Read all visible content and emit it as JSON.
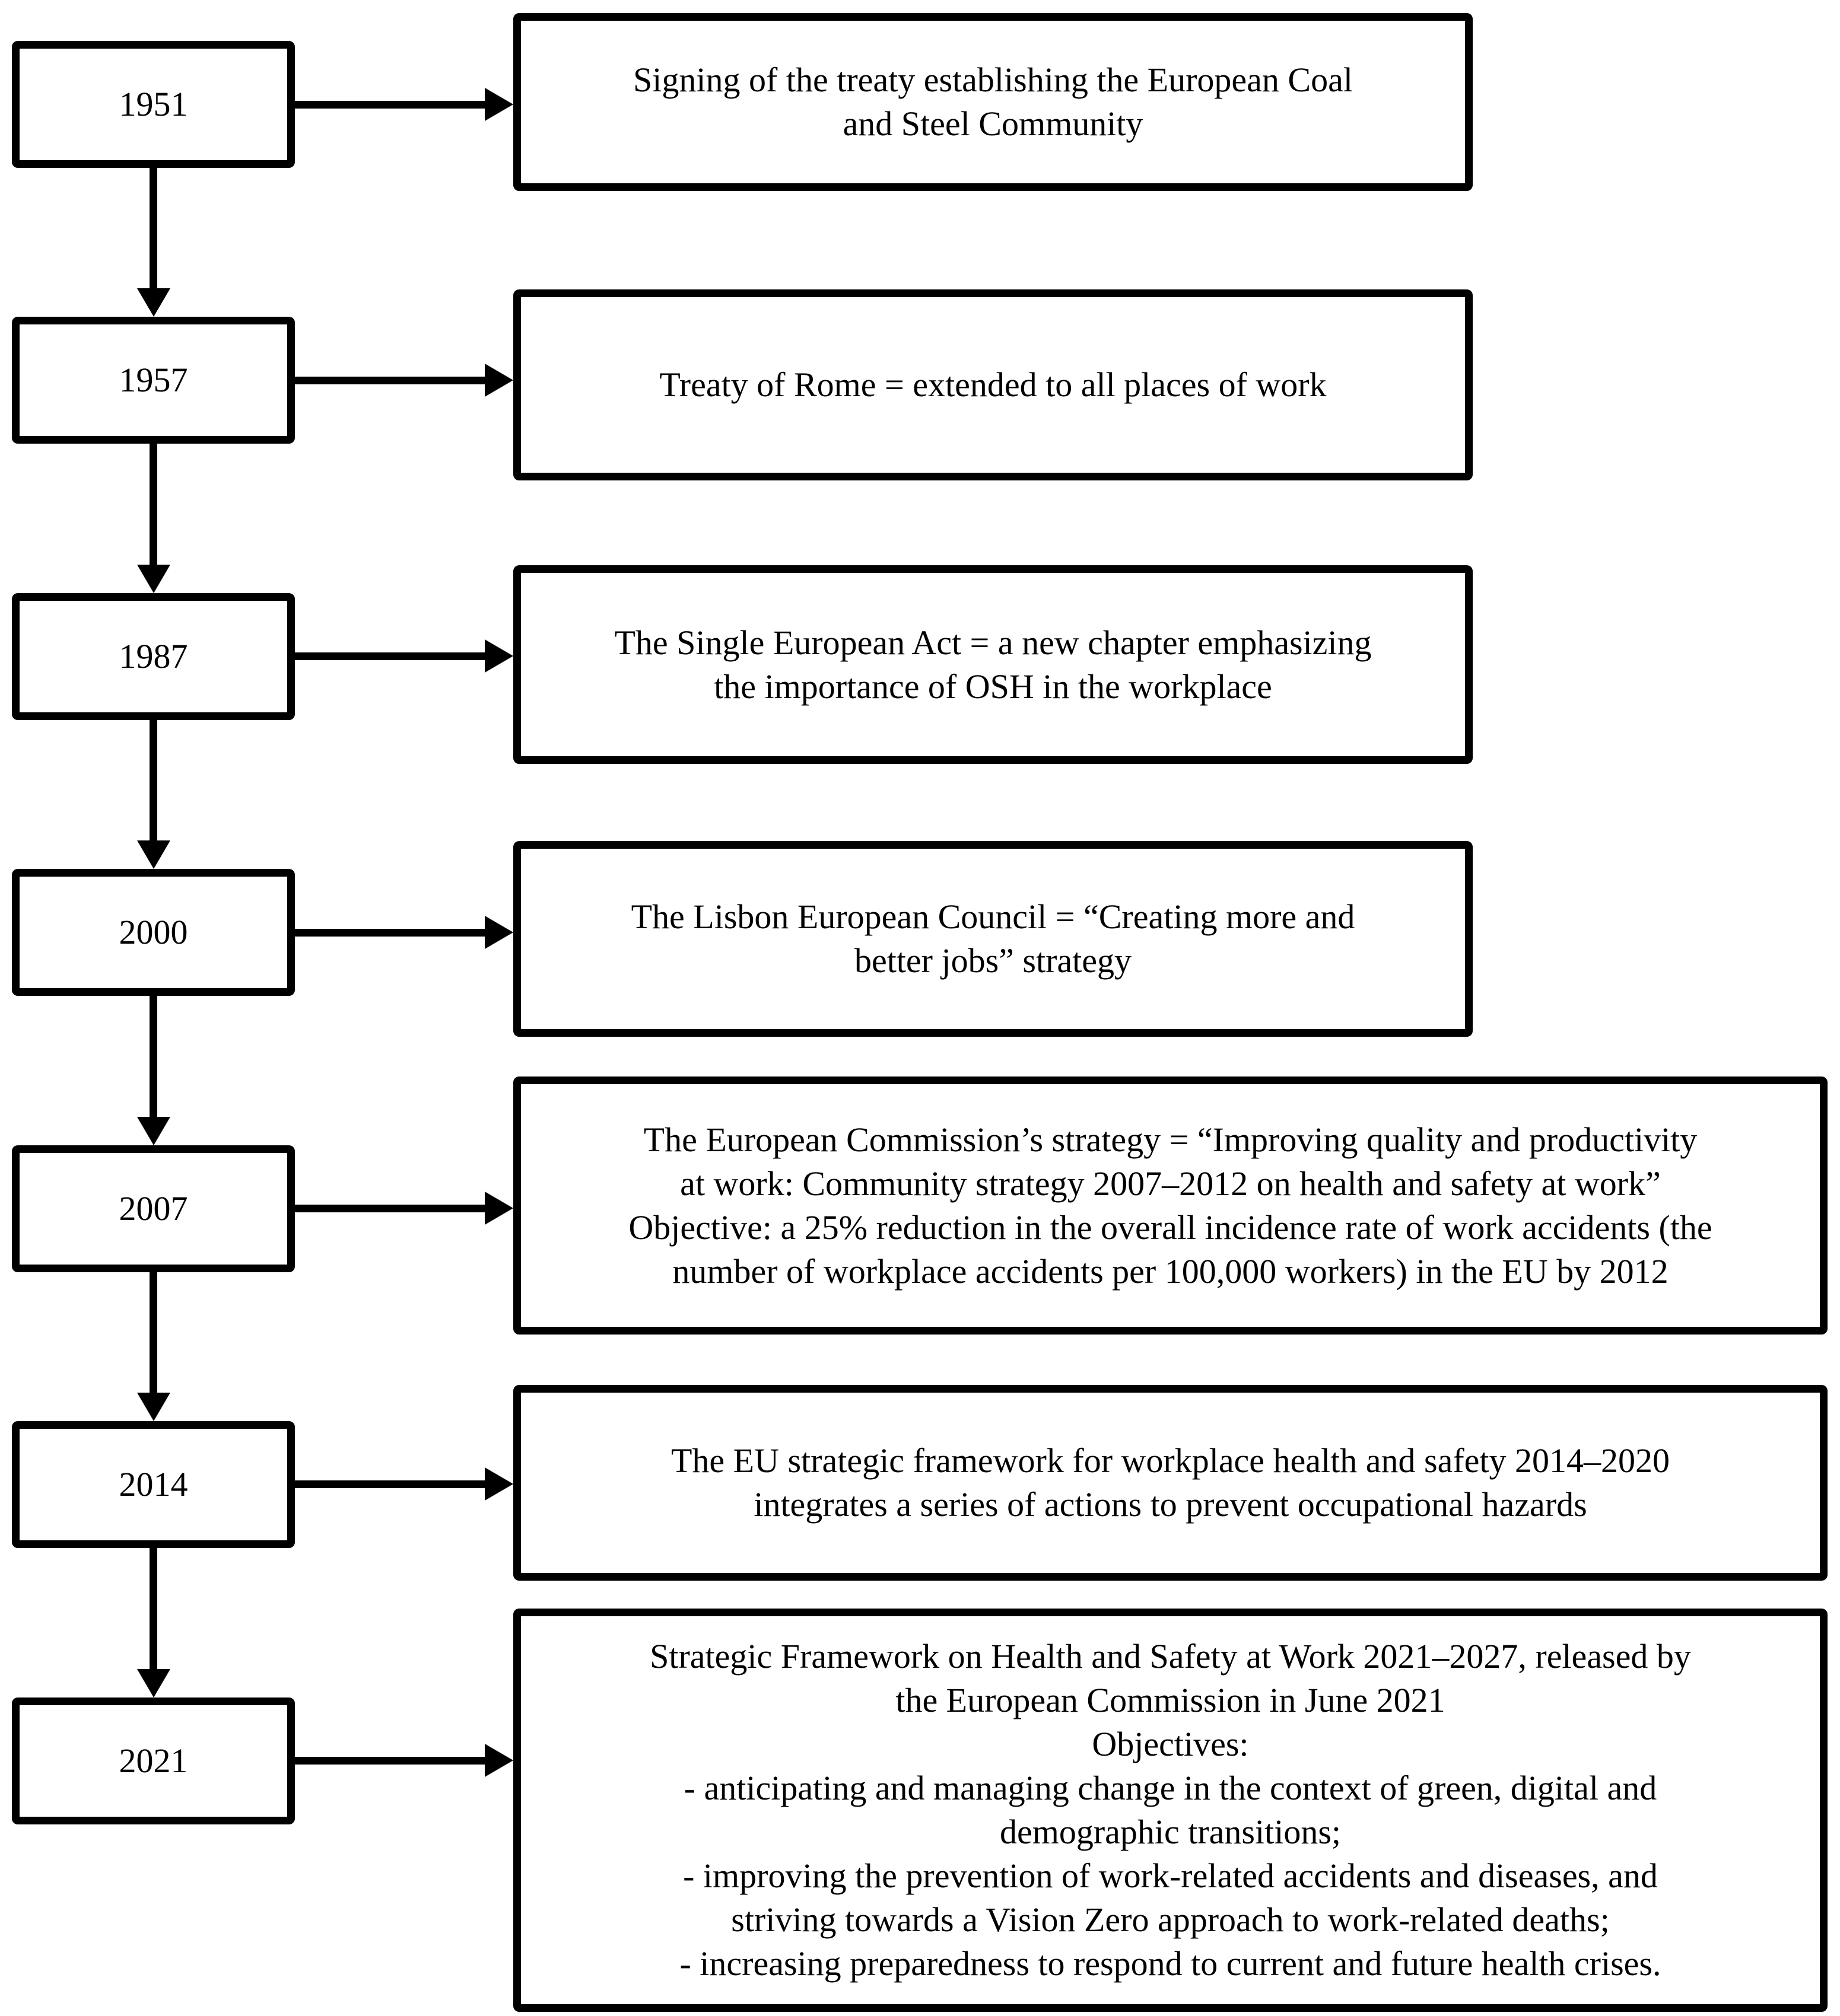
{
  "figure": {
    "title": "Timeline of EU occupational safety and health (OSH) policy milestones",
    "colors": {
      "ink": "#000000",
      "paper": "#ffffff"
    },
    "icons": {
      "arrow-right-head": "css-triangle-right",
      "arrow-down-head": "css-triangle-down"
    }
  },
  "timeline": {
    "rows": [
      {
        "year": "1951",
        "description": "Signing of the treaty establishing the European Coal\nand Steel Community"
      },
      {
        "year": "1957",
        "description": "Treaty of Rome = extended to all places of work"
      },
      {
        "year": "1987",
        "description": "The Single European Act = a new chapter emphasizing\nthe importance of OSH in the workplace"
      },
      {
        "year": "2000",
        "description": "The Lisbon European Council = “Creating more and\nbetter jobs” strategy"
      },
      {
        "year": "2007",
        "description": "The European Commission’s strategy = “Improving quality and productivity\nat work: Community strategy 2007–2012 on health and safety at work”\nObjective: a 25% reduction in the overall incidence rate of work accidents (the\nnumber of workplace accidents per 100,000 workers) in the EU by 2012"
      },
      {
        "year": "2014",
        "description": "The EU strategic framework for workplace health and safety 2014–2020\nintegrates a series of actions to prevent occupational hazards"
      },
      {
        "year": "2021",
        "description": "Strategic Framework on Health and Safety at Work 2021–2027, released by\nthe European Commission in June 2021\nObjectives:\n- anticipating and managing change in the context of green, digital and\ndemographic transitions;\n- improving the prevention of work-related accidents and diseases, and\nstriving towards a Vision Zero approach to work-related deaths;\n- increasing preparedness to respond to current and future health crises."
      }
    ]
  }
}
